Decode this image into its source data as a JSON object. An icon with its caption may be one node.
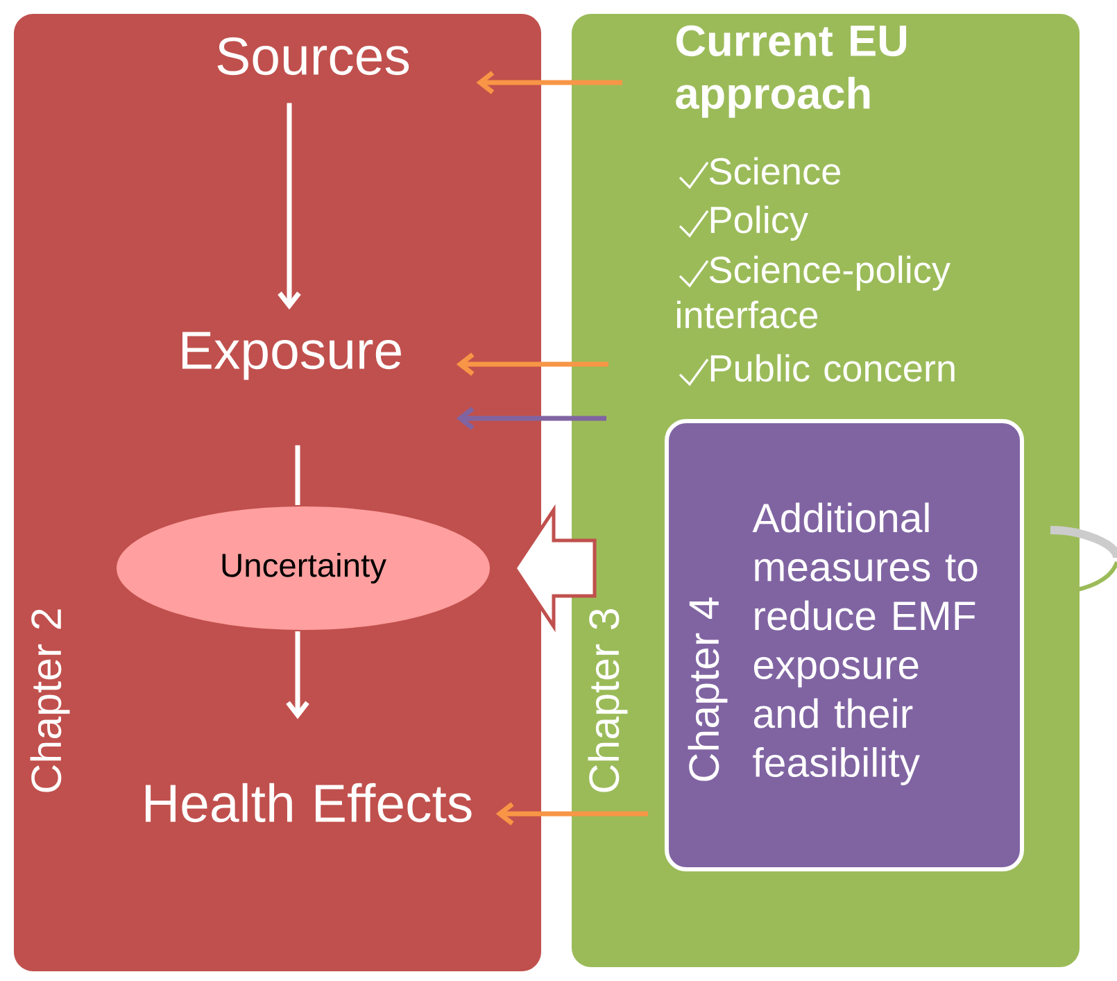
{
  "diagram": {
    "nodes": [
      {
        "text": [
          "Chapter 2"
        ]
      },
      {
        "text": [
          "Sources"
        ],
        "in": 0
      },
      {
        "text": [
          "Exposure"
        ],
        "in": 0
      },
      {
        "text": [
          "Uncertainty"
        ],
        "in": 0
      },
      {
        "text": [
          "Health Effects"
        ],
        "in": 0
      },
      {
        "text": [
          "Current EU approach",
          "Science",
          "Policy",
          "Science-policy interface",
          "Public concern",
          "Chapter 3"
        ]
      },
      {
        "text": [
          "Chapter 4",
          "Additional measures to reduce EMF exposure and their feasibility"
        ],
        "in": 5
      }
    ],
    "edges": [
      {
        "from": 1,
        "to": 2,
        "arrow": "to"
      },
      {
        "from": 2,
        "to": 3,
        "arrow": "none"
      },
      {
        "from": 3,
        "to": 4,
        "arrow": "to"
      },
      {
        "from": 5,
        "to": 1,
        "arrow": "to",
        "color": "#f79646"
      },
      {
        "from": 5,
        "to": 2,
        "arrow": "to",
        "color": "#f79646"
      },
      {
        "from": 6,
        "to": 2,
        "arrow": "to",
        "color": "#8064a2"
      },
      {
        "from": 5,
        "to": 3,
        "arrow": "to",
        "style": "thick"
      },
      {
        "from": 6,
        "to": 4,
        "arrow": "to",
        "color": "#f79646"
      }
    ]
  }
}
